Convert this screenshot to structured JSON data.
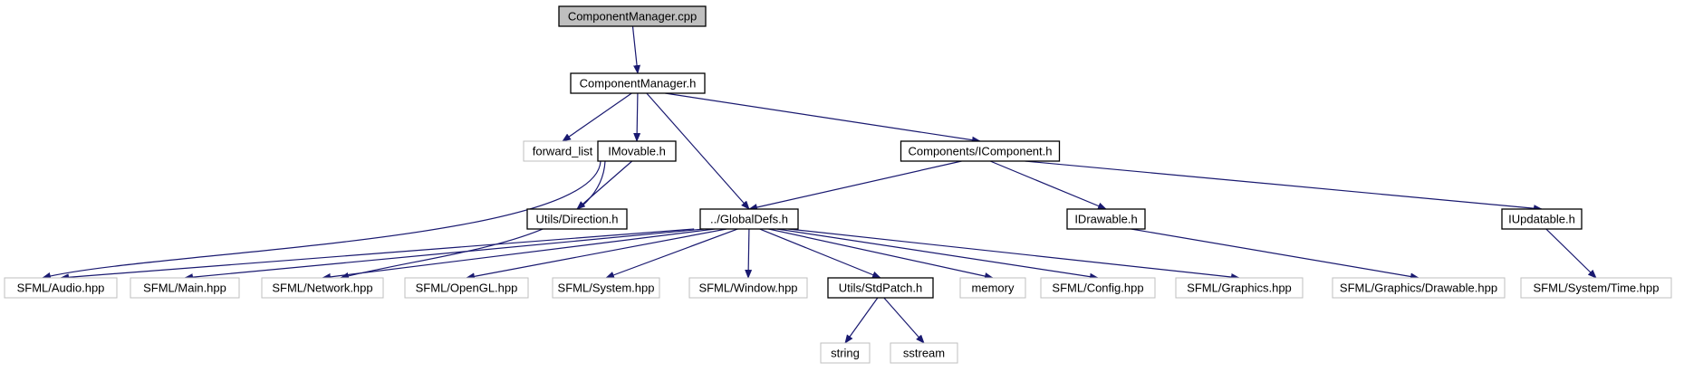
{
  "colors": {
    "edge": "#191970",
    "node_border": "#000000",
    "external_border": "#bfbfbf",
    "root_fill": "#bfbfbf",
    "background": "#ffffff"
  },
  "nodes": [
    {
      "id": "cm_cpp",
      "label": "ComponentManager.cpp",
      "kind": "root"
    },
    {
      "id": "cm_h",
      "label": "ComponentManager.h",
      "kind": "internal"
    },
    {
      "id": "forward_list",
      "label": "forward_list",
      "kind": "external"
    },
    {
      "id": "imovable",
      "label": "IMovable.h",
      "kind": "internal"
    },
    {
      "id": "icomponent",
      "label": "Components/IComponent.h",
      "kind": "internal"
    },
    {
      "id": "direction",
      "label": "Utils/Direction.h",
      "kind": "internal"
    },
    {
      "id": "globaldefs",
      "label": "../GlobalDefs.h",
      "kind": "internal"
    },
    {
      "id": "idrawable",
      "label": "IDrawable.h",
      "kind": "internal"
    },
    {
      "id": "iupdatable",
      "label": "IUpdatable.h",
      "kind": "internal"
    },
    {
      "id": "sfml_audio",
      "label": "SFML/Audio.hpp",
      "kind": "external"
    },
    {
      "id": "sfml_main",
      "label": "SFML/Main.hpp",
      "kind": "external"
    },
    {
      "id": "sfml_network",
      "label": "SFML/Network.hpp",
      "kind": "external"
    },
    {
      "id": "sfml_opengl",
      "label": "SFML/OpenGL.hpp",
      "kind": "external"
    },
    {
      "id": "sfml_system",
      "label": "SFML/System.hpp",
      "kind": "external"
    },
    {
      "id": "sfml_window",
      "label": "SFML/Window.hpp",
      "kind": "external"
    },
    {
      "id": "stdpatch",
      "label": "Utils/StdPatch.h",
      "kind": "internal"
    },
    {
      "id": "memory",
      "label": "memory",
      "kind": "external"
    },
    {
      "id": "sfml_config",
      "label": "SFML/Config.hpp",
      "kind": "external"
    },
    {
      "id": "sfml_graphics",
      "label": "SFML/Graphics.hpp",
      "kind": "external"
    },
    {
      "id": "sfml_drawable",
      "label": "SFML/Graphics/Drawable.hpp",
      "kind": "external"
    },
    {
      "id": "sfml_time",
      "label": "SFML/System/Time.hpp",
      "kind": "external"
    },
    {
      "id": "string",
      "label": "string",
      "kind": "external"
    },
    {
      "id": "sstream",
      "label": "sstream",
      "kind": "external"
    }
  ],
  "edges": [
    {
      "from": "cm_cpp",
      "to": "cm_h"
    },
    {
      "from": "cm_h",
      "to": "forward_list"
    },
    {
      "from": "cm_h",
      "to": "imovable"
    },
    {
      "from": "cm_h",
      "to": "globaldefs"
    },
    {
      "from": "cm_h",
      "to": "icomponent"
    },
    {
      "from": "imovable",
      "to": "direction"
    },
    {
      "from": "imovable",
      "to": "sfml_audio"
    },
    {
      "from": "imovable",
      "to": "sfml_network"
    },
    {
      "from": "icomponent",
      "to": "globaldefs"
    },
    {
      "from": "icomponent",
      "to": "idrawable"
    },
    {
      "from": "icomponent",
      "to": "iupdatable"
    },
    {
      "from": "globaldefs",
      "to": "sfml_audio"
    },
    {
      "from": "globaldefs",
      "to": "sfml_main"
    },
    {
      "from": "globaldefs",
      "to": "sfml_network"
    },
    {
      "from": "globaldefs",
      "to": "sfml_opengl"
    },
    {
      "from": "globaldefs",
      "to": "sfml_system"
    },
    {
      "from": "globaldefs",
      "to": "sfml_window"
    },
    {
      "from": "globaldefs",
      "to": "stdpatch"
    },
    {
      "from": "globaldefs",
      "to": "memory"
    },
    {
      "from": "globaldefs",
      "to": "sfml_config"
    },
    {
      "from": "globaldefs",
      "to": "sfml_graphics"
    },
    {
      "from": "idrawable",
      "to": "sfml_drawable"
    },
    {
      "from": "iupdatable",
      "to": "sfml_time"
    },
    {
      "from": "stdpatch",
      "to": "string"
    },
    {
      "from": "stdpatch",
      "to": "sstream"
    }
  ]
}
